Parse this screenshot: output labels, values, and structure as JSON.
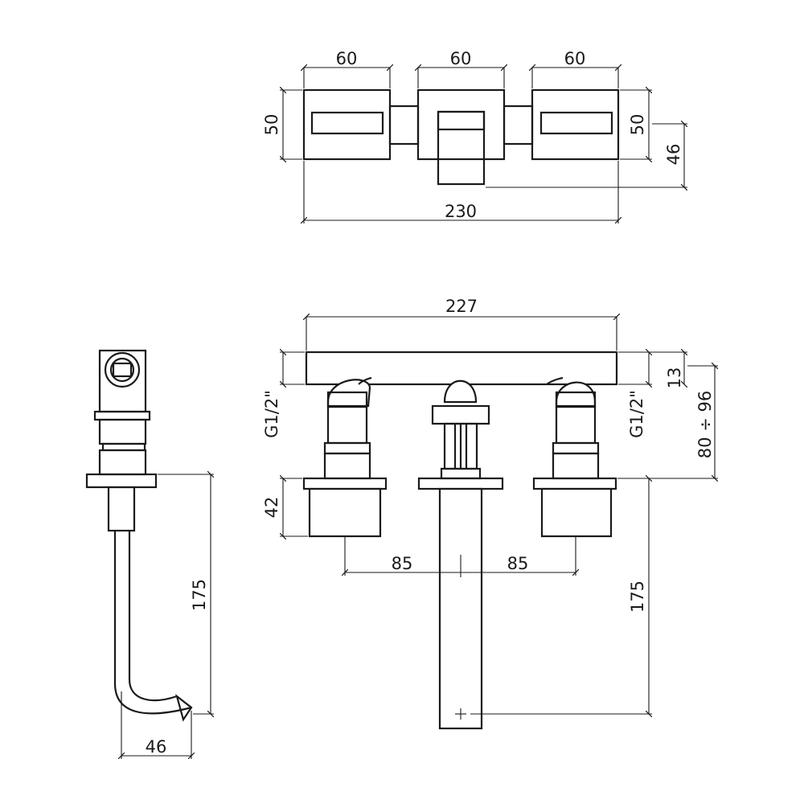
{
  "top_view": {
    "width_left_handle": "60",
    "width_spout": "60",
    "width_right_handle": "60",
    "depth_left": "50",
    "depth_right": "50",
    "spout_depth": "46",
    "total_width": "230"
  },
  "front_view": {
    "body_length": "227",
    "thread_left": "G1/2\"",
    "thread_right": "G1/2\"",
    "body_height": "13",
    "adjust_range": "80 ÷ 96",
    "flange_height": "42",
    "spacing_left": "85",
    "spacing_right": "85",
    "spout_length": "175"
  },
  "side_view": {
    "spout_length": "175",
    "spout_reach": "46"
  }
}
